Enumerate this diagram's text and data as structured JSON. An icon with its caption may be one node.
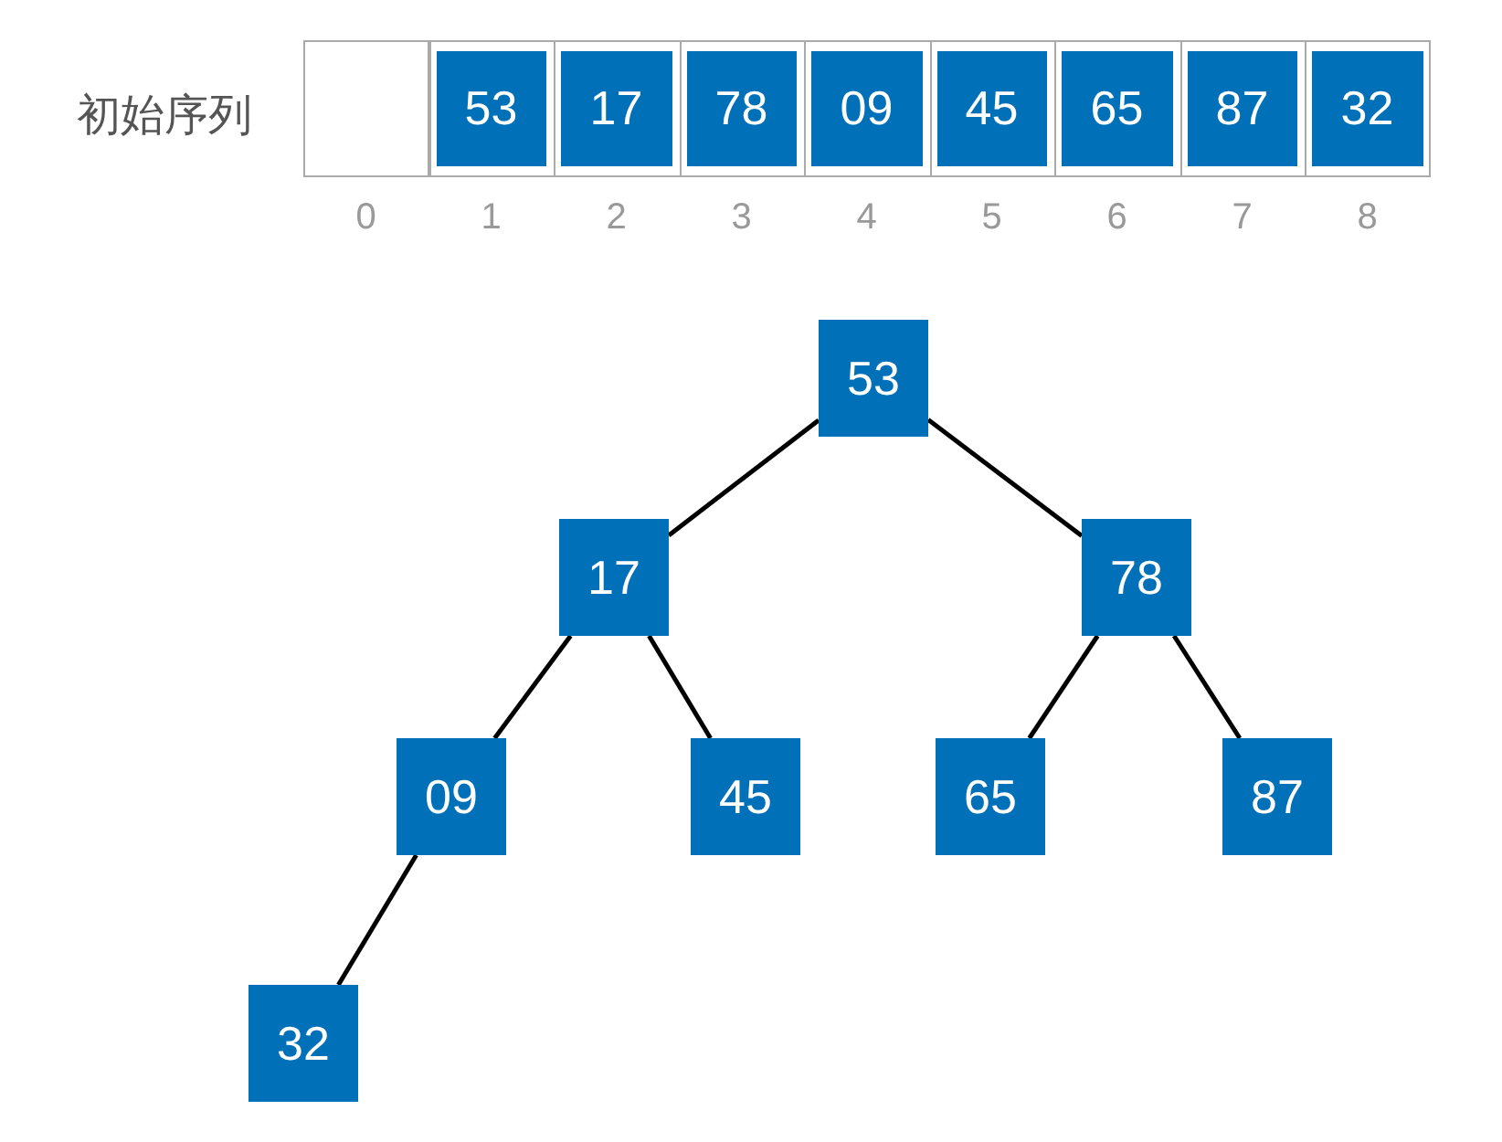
{
  "diagram": {
    "nodes": [
      {
        "text": [],
        "shape": "box"
      },
      {
        "text": [
          "53"
        ]
      },
      {
        "text": [
          "17"
        ]
      },
      {
        "text": [
          "78"
        ]
      },
      {
        "text": [
          "09"
        ]
      },
      {
        "text": [
          "45"
        ]
      },
      {
        "text": [
          "65"
        ]
      },
      {
        "text": [
          "87"
        ]
      },
      {
        "text": [
          "32"
        ]
      },
      {
        "text": [
          "53"
        ]
      },
      {
        "text": [
          "17"
        ]
      },
      {
        "text": [
          "78"
        ]
      },
      {
        "text": [
          "09"
        ]
      },
      {
        "text": [
          "45"
        ]
      },
      {
        "text": [
          "65"
        ]
      },
      {
        "text": [
          "87"
        ]
      },
      {
        "text": [
          "32"
        ]
      }
    ],
    "edges": [
      {
        "from": 9,
        "to": 10,
        "arrow": "none"
      },
      {
        "from": 9,
        "to": 11,
        "arrow": "none"
      },
      {
        "from": 10,
        "to": 12,
        "arrow": "none"
      },
      {
        "from": 10,
        "to": 13,
        "arrow": "none"
      },
      {
        "from": 11,
        "to": 14,
        "arrow": "none"
      },
      {
        "from": 11,
        "to": 15,
        "arrow": "none"
      },
      {
        "from": 12,
        "to": 16,
        "arrow": "none"
      }
    ],
    "labels": [
      "初始序列",
      "0",
      "1",
      "2",
      "3",
      "4",
      "5",
      "6",
      "7",
      "8"
    ]
  }
}
